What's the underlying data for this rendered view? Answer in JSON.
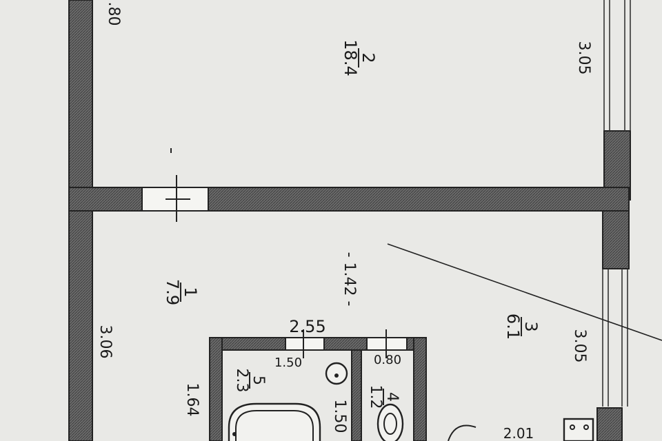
{
  "rooms": [
    {
      "number": "2",
      "area": "18.4"
    },
    {
      "number": "1",
      "area": "7.9"
    },
    {
      "number": "3",
      "area": "6.1"
    },
    {
      "number": "5",
      "area": "2.3"
    },
    {
      "number": "4",
      "area": "1.2"
    }
  ],
  "dimensions": {
    "top_left": ".80",
    "right_top": "3.05",
    "corridor": "- 1.42 -",
    "left_bottom": "3.06",
    "right_bottom": "3.05",
    "bath_width": "2.55",
    "bath_inner": "1.50",
    "wc_inner": "0.80",
    "bath_depth": "1.50",
    "left_small": "1.64",
    "bottom_right": "2.01"
  },
  "colors": {
    "wall": "#5a5a5a",
    "paper": "#e9e9e6"
  }
}
